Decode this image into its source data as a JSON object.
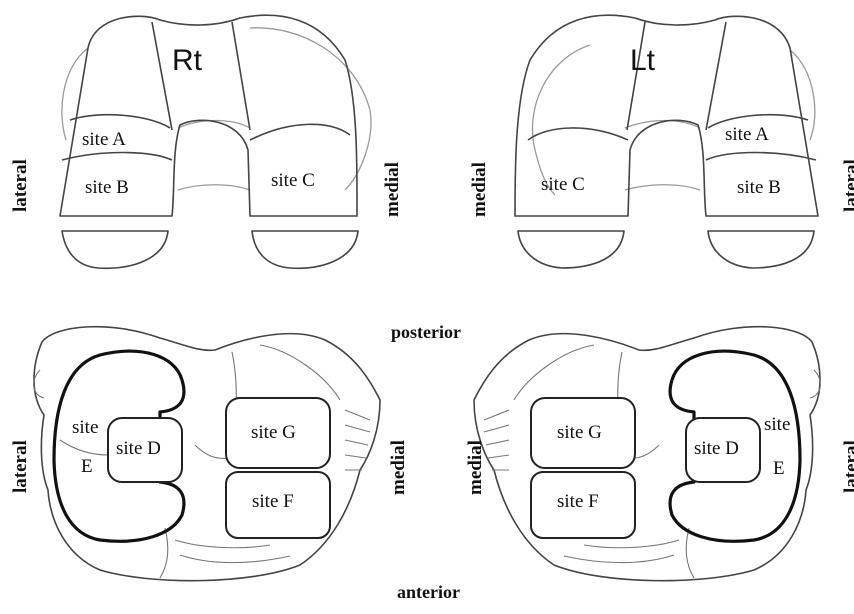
{
  "figure": {
    "right_knee": {
      "header": "Rt",
      "femur": {
        "site_a": "site A",
        "site_b": "site B",
        "site_c": "site C",
        "left_side": "lateral",
        "right_side": "medial"
      },
      "tibia": {
        "site_e_line1": "site",
        "site_e_line2": "E",
        "site_d": "site D",
        "site_g": "site G",
        "site_f": "site F",
        "left_side": "lateral",
        "right_side": "medial"
      }
    },
    "left_knee": {
      "header": "Lt",
      "femur": {
        "site_a": "site A",
        "site_b": "site B",
        "site_c": "site C",
        "left_side": "medial",
        "right_side": "lateral"
      },
      "tibia": {
        "site_e_line1": "site",
        "site_e_line2": "E",
        "site_d": "site D",
        "site_g": "site G",
        "site_f": "site F",
        "left_side": "medial",
        "right_side": "lateral"
      }
    },
    "posterior": "posterior",
    "anterior": "anterior"
  }
}
